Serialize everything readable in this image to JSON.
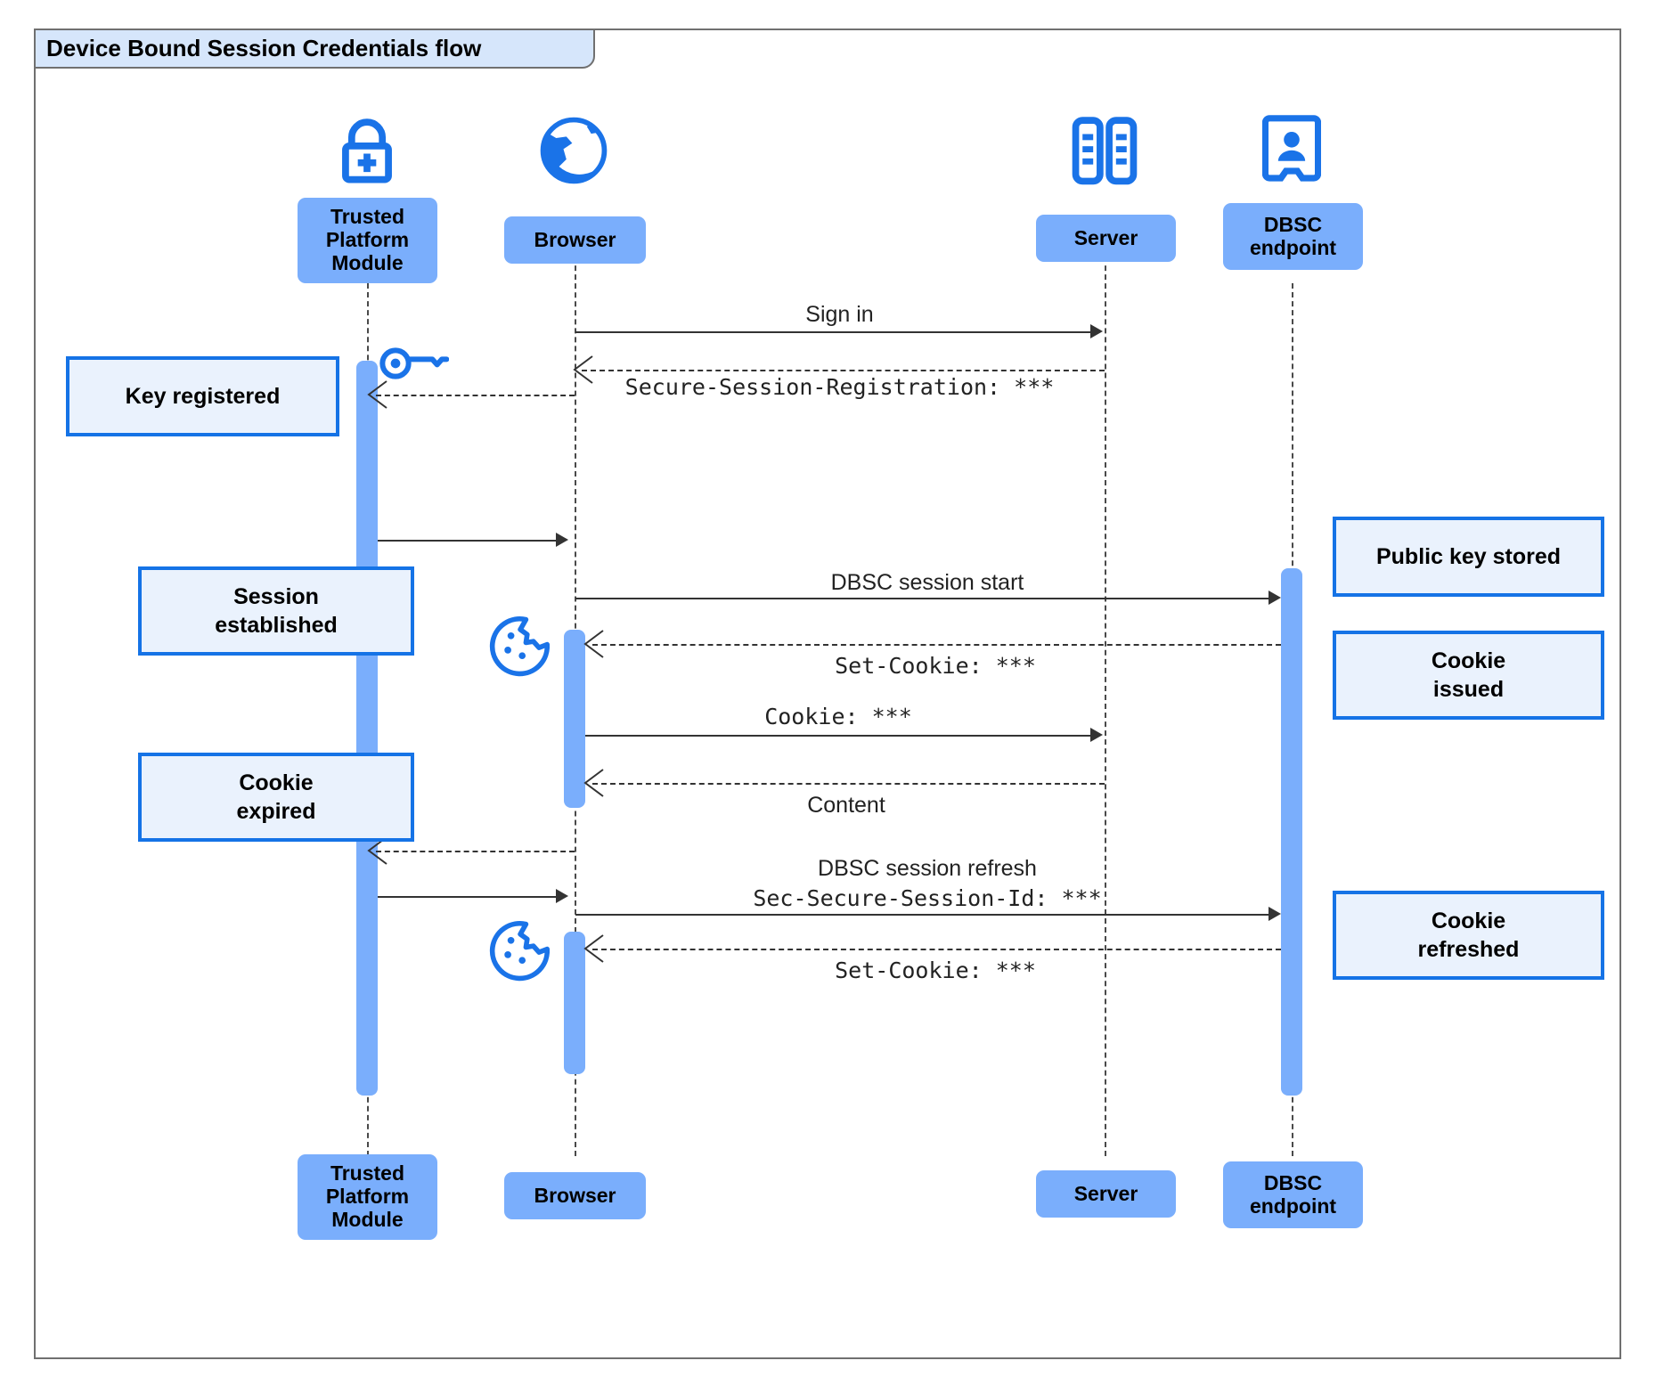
{
  "frame": {
    "title": "Device Bound Session Credentials flow"
  },
  "participants": [
    {
      "id": "tpm",
      "name": "Trusted Platform Module",
      "label": "Trusted\nPlatform\nModule",
      "icon": "lock-plus-icon"
    },
    {
      "id": "browser",
      "name": "Browser",
      "label": "Browser",
      "icon": "globe-icon"
    },
    {
      "id": "server",
      "name": "Server",
      "label": "Server",
      "icon": "server-racks-icon"
    },
    {
      "id": "dbsc",
      "name": "DBSC endpoint",
      "label": "DBSC\nendpoint",
      "icon": "id-badge-icon"
    }
  ],
  "messages": [
    {
      "id": "m1",
      "label": "Sign in",
      "style": "proportional",
      "line": "solid",
      "from": "browser",
      "to": "server"
    },
    {
      "id": "m2",
      "label": "Secure-Session-Registration: ***",
      "style": "monospace",
      "line": "dashed",
      "from": "server",
      "to": "browser"
    },
    {
      "id": "m3",
      "label": "",
      "style": "proportional",
      "line": "dashed",
      "from": "browser",
      "to": "tpm"
    },
    {
      "id": "m4",
      "label": "",
      "style": "proportional",
      "line": "solid",
      "from": "tpm",
      "to": "browser"
    },
    {
      "id": "m5",
      "label": "DBSC session start",
      "style": "proportional",
      "line": "solid",
      "from": "browser",
      "to": "dbsc"
    },
    {
      "id": "m6",
      "label": "Set-Cookie: ***",
      "style": "monospace",
      "line": "dashed",
      "from": "dbsc",
      "to": "browser"
    },
    {
      "id": "m7",
      "label": "Cookie: ***",
      "style": "monospace",
      "line": "solid",
      "from": "browser",
      "to": "server"
    },
    {
      "id": "m8",
      "label": "Content",
      "style": "proportional",
      "line": "dashed",
      "from": "server",
      "to": "browser"
    },
    {
      "id": "m9",
      "label": "",
      "style": "proportional",
      "line": "dashed",
      "from": "browser",
      "to": "tpm"
    },
    {
      "id": "m10",
      "label": "DBSC session refresh",
      "style": "proportional",
      "line": "solid",
      "from": "tpm",
      "to": "browser"
    },
    {
      "id": "m11",
      "label": "Sec-Secure-Session-Id: ***",
      "style": "monospace",
      "line": "solid",
      "from": "browser",
      "to": "dbsc"
    },
    {
      "id": "m12",
      "label": "Set-Cookie: ***",
      "style": "monospace",
      "line": "dashed",
      "from": "dbsc",
      "to": "browser"
    }
  ],
  "notes": [
    {
      "id": "n1",
      "label": "Key registered",
      "side": "left",
      "line1": "Key registered",
      "line2": ""
    },
    {
      "id": "n2",
      "label": "Session established",
      "side": "left",
      "line1": "Session",
      "line2": "established"
    },
    {
      "id": "n3",
      "label": "Cookie expired",
      "side": "left",
      "line1": "Cookie",
      "line2": "expired"
    },
    {
      "id": "n4",
      "label": "Public key stored",
      "side": "right",
      "line1": "Public key stored",
      "line2": ""
    },
    {
      "id": "n5",
      "label": "Cookie issued",
      "side": "right",
      "line1": "Cookie",
      "line2": "issued"
    },
    {
      "id": "n6",
      "label": "Cookie refreshed",
      "side": "right",
      "line1": "Cookie",
      "line2": "refreshed"
    }
  ],
  "inline_icons": [
    {
      "id": "i1",
      "icon": "key-icon",
      "near": "tpm"
    },
    {
      "id": "i2",
      "icon": "cookie-icon",
      "near": "browser"
    },
    {
      "id": "i3",
      "icon": "cookie-icon",
      "near": "browser"
    }
  ],
  "colors": {
    "participant_fill": "#7aaefc",
    "note_fill": "#eaf2fd",
    "note_border": "#1573e6",
    "icon_blue": "#1a73e8",
    "frame_border": "#707070",
    "frame_tab_fill": "#d6e6fb",
    "line": "#333333",
    "lifeline": "#4a4a4a"
  }
}
